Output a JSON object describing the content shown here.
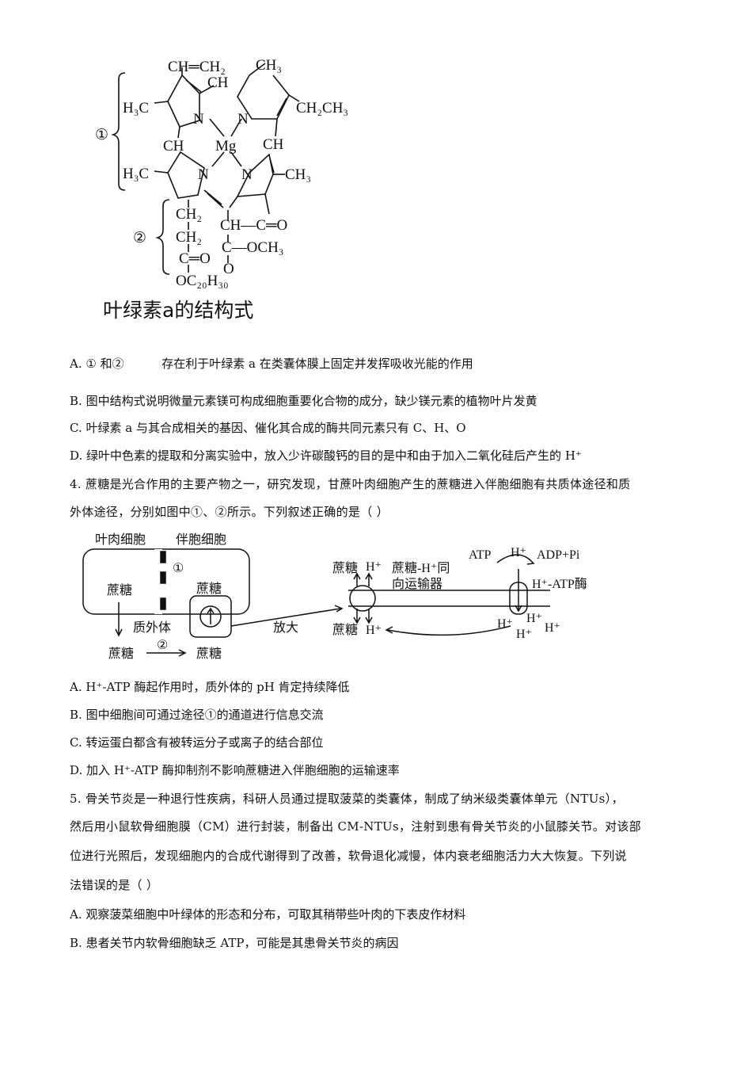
{
  "figure1": {
    "caption": "叶绿素a的结构式",
    "labels": {
      "top_vinyl": "CH═CH₂",
      "top_ch3": "CH₃",
      "h3c_1": "H₃C",
      "ch_eq": "CH",
      "ch2ch3": "CH₂CH₃",
      "ch_left": "CH",
      "mg": "Mg",
      "ch_right": "CH",
      "h3c_2": "H₃C",
      "ch3_right": "CH₃",
      "n1": "N",
      "n2": "N",
      "n3": "N",
      "n4": "N",
      "ch2_a": "CH₂",
      "ch2_b": "CH₂",
      "c_o1": "C═O",
      "oc20h30": "OC₂₀H₃₀",
      "ch_c_o": "CH—C═O",
      "c_och3": "C—OCH₃",
      "o": "O",
      "region1": "①",
      "region2": "②"
    }
  },
  "q3_options": [
    {
      "letter": "A.",
      "text": "① 和②          存在利于叶绿素 a 在类囊体膜上固定并发挥吸收光能的作用"
    },
    {
      "letter": "B.",
      "text": "图中结构式说明微量元素镁可构成细胞重要化合物的成分，缺少镁元素的植物叶片发黄"
    },
    {
      "letter": "C.",
      "text": "叶绿素 a 与其合成相关的基因、催化其合成的酶共同元素只有 C、H、O"
    },
    {
      "letter": "D.",
      "text": "绿叶中色素的提取和分离实验中，放入少许碳酸钙的目的是中和由于加入二氧化硅后产生的 H⁺"
    }
  ],
  "q4": {
    "stem_line1": "4. 蔗糖是光合作用的主要产物之一，研究发现，甘蔗叶肉细胞产生的蔗糖进入伴胞细胞有共质体途径和质",
    "stem_line2": "外体途径，分别如图中①、②所示。下列叙述正确的是（        ）",
    "figure": {
      "mesophyll": "叶肉细胞",
      "companion": "伴胞细胞",
      "path1": "①",
      "path2": "②",
      "sucrose_left": "蔗糖",
      "sucrose_right": "蔗糖",
      "apoplast": "质外体",
      "sucrose_bottom_left": "蔗糖",
      "sucrose_bottom_right": "蔗糖",
      "magnify": "放大",
      "z_sucrose_top": "蔗糖",
      "z_h_top": "H⁺",
      "z_symporter": "蔗糖-H⁺同",
      "z_symporter2": "向运输器",
      "z_sucrose_bottom": "蔗糖",
      "z_h_bottom": "H⁺",
      "atp": "ATP",
      "h_pump_top": "H⁺",
      "adp_pi": "ADP+Pi",
      "h_atpase": "H⁺-ATP酶",
      "h1": "H⁺",
      "h2": "H⁺",
      "h3": "H⁺",
      "h4": "H⁺"
    },
    "options": [
      {
        "letter": "A.",
        "text": "H⁺-ATP 酶起作用时，质外体的 pH 肯定持续降低"
      },
      {
        "letter": "B.",
        "text": "图中细胞间可通过途径①的通道进行信息交流"
      },
      {
        "letter": "C.",
        "text": "转运蛋白都含有被转运分子或离子的结合部位"
      },
      {
        "letter": "D.",
        "text": "加入 H⁺-ATP 酶抑制剂不影响蔗糖进入伴胞细胞的运输速率"
      }
    ]
  },
  "q5": {
    "stem_lines": [
      "5. 骨关节炎是一种退行性疾病，科研人员通过提取菠菜的类囊体，制成了纳米级类囊体单元（NTUs），",
      "然后用小鼠软骨细胞膜（CM）进行封装，制备出 CM-NTUs，注射到患有骨关节炎的小鼠膝关节。对该部",
      "位进行光照后，发现细胞内的合成代谢得到了改善，软骨退化减慢，体内衰老细胞活力大大恢复。下列说",
      "法错误的是（        ）"
    ],
    "options": [
      {
        "letter": "A.",
        "text": "观察菠菜细胞中叶绿体的形态和分布，可取其稍带些叶肉的下表皮作材料"
      },
      {
        "letter": "B.",
        "text": "患者关节内软骨细胞缺乏 ATP，可能是其患骨关节炎的病因"
      }
    ]
  }
}
